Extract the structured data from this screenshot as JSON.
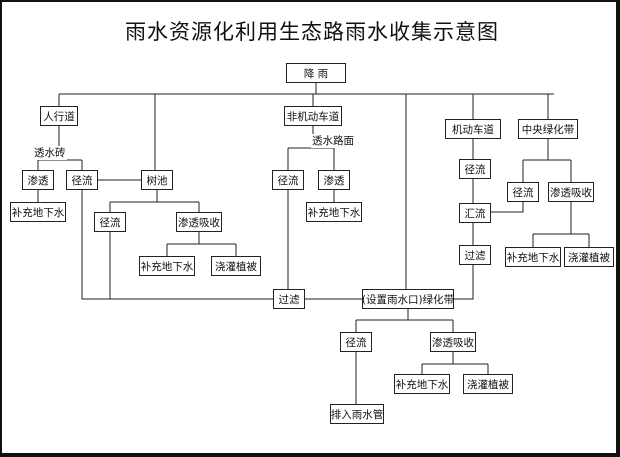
{
  "title": "雨水资源化利用生态路雨水收集示意图",
  "colors": {
    "line": "#222222",
    "background": "#ffffff"
  },
  "nodes": {
    "rain": "降 雨",
    "sidewalk": "人行道",
    "nonmotor_lane": "非机动车道",
    "motor_lane": "机动车道",
    "median_green": "中央绿化带",
    "sidewalk_seep": "渗透",
    "sidewalk_runoff": "径流",
    "sidewalk_recharge": "补充地下水",
    "tree_pool": "树池",
    "tree_runoff": "径流",
    "tree_seep_absorb": "渗透吸收",
    "tree_recharge": "补充地下水",
    "tree_irrigate": "浇灌植被",
    "nonmotor_runoff": "径流",
    "nonmotor_seep": "渗透",
    "nonmotor_recharge": "补充地下水",
    "motor_runoff": "径流",
    "motor_converge": "汇流",
    "motor_filter": "过滤",
    "median_runoff": "径流",
    "median_seep_absorb": "渗透吸收",
    "median_recharge": "补充地下水",
    "median_irrigate": "浇灌植被",
    "filter_main": "过滤",
    "green_belt": "(设置雨水口)绿化带",
    "belt_runoff": "径流",
    "belt_seep_absorb": "渗透吸收",
    "belt_recharge": "补充地下水",
    "belt_irrigate": "浇灌植被",
    "drain_pipe": "排入雨水管"
  },
  "labels": {
    "permeable_brick": "透水砖",
    "permeable_pavement": "透水路面"
  }
}
